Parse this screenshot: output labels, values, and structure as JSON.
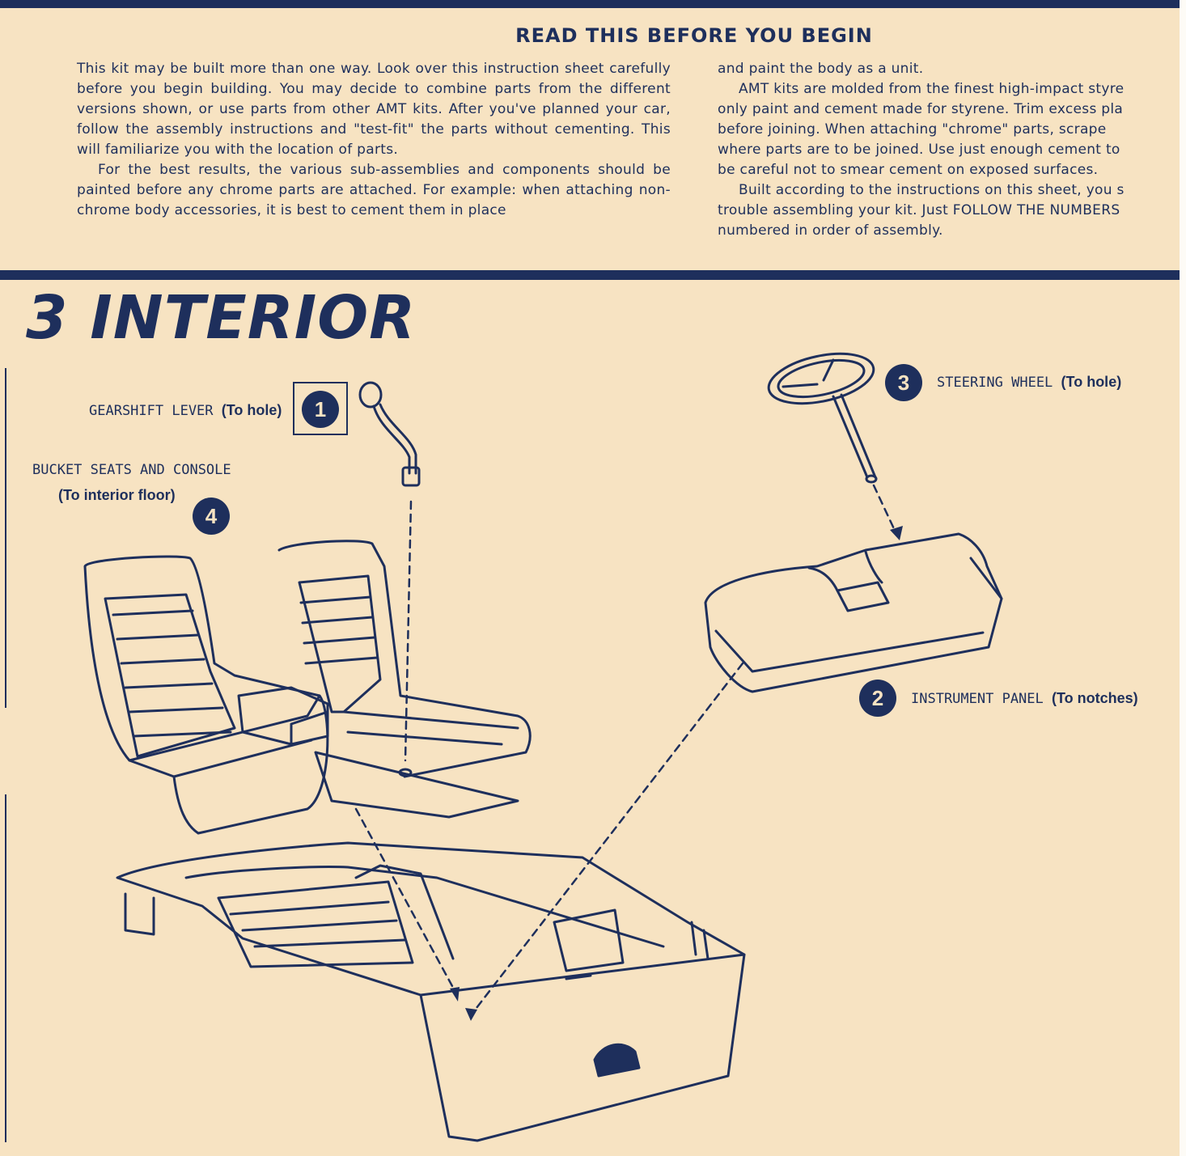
{
  "intro": {
    "title": "READ THIS BEFORE YOU BEGIN",
    "left_paragraphs": [
      "This kit may be built more than one way. Look over this instruction sheet carefully before you begin building. You may decide to combine parts from the different versions shown, or use parts from other AMT kits. After you've planned your car, follow the assembly instructions and \"test-fit\" the parts without cementing. This will familiarize you with the location of parts.",
      "For the best results, the various sub-assemblies and components should be painted before any chrome parts are attached. For example: when attaching non-chrome body accessories, it is best to cement them in place"
    ],
    "right_lines": [
      "and paint the body as a unit.",
      "AMT kits are molded from the finest high-impact styre",
      "only paint and cement made for styrene. Trim excess pla",
      "before joining. When attaching \"chrome\" parts, scrape",
      "where parts are to be joined. Use just enough cement to",
      "be careful not to smear cement on exposed surfaces.",
      "Built according to the instructions on this sheet, you s",
      "trouble assembling your kit. Just FOLLOW THE NUMBERS",
      "numbered in order of assembly."
    ]
  },
  "section": {
    "title": "3 INTERIOR"
  },
  "steps": [
    {
      "number": "1",
      "label": "GEARSHIFT LEVER",
      "note": "(To hole)"
    },
    {
      "number": "2",
      "label": "INSTRUMENT PANEL",
      "note": "(To notches)"
    },
    {
      "number": "3",
      "label": "STEERING WHEEL",
      "note": "(To hole)"
    },
    {
      "number": "4",
      "label": "BUCKET SEATS AND CONSOLE",
      "note": "(To interior floor)"
    }
  ]
}
